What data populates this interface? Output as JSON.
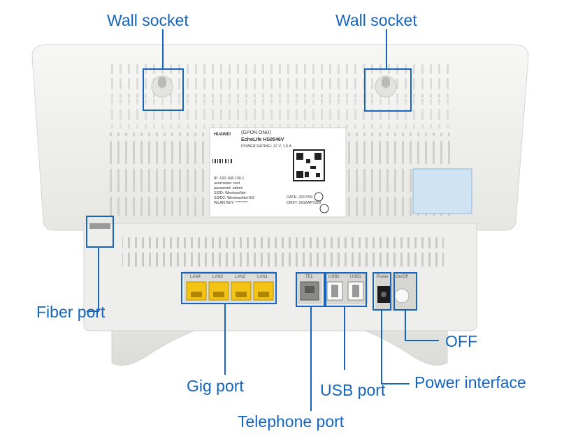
{
  "callouts": {
    "wall_socket_left": "Wall socket",
    "wall_socket_right": "Wall socket",
    "fiber_port": "Fiber port",
    "gig_port": "Gig port",
    "usb_port": "USB port",
    "telephone_port": "Telephone port",
    "power_interface": "Power interface",
    "off": "OFF"
  },
  "device": {
    "brand": "HUAWEI",
    "product_line1": "EchoLife HS8546V",
    "product_title": "(GPON ONU)",
    "power_rating": "POWER RATING: 12 V, 1.5 A",
    "ip": "IP: 192.168.100.1",
    "username": "username: root",
    "password": "password: admin",
    "ssid1": "SSID: WirelessNet",
    "ssid2": "SSID2: WirelessNet-5G",
    "wlan_key": "WLAN KEY: ********",
    "date": "DATE: 2017/09",
    "cmiit": "CMIIT: 2016AP7329"
  },
  "ports": {
    "lan": [
      "LAN4",
      "LAN3",
      "LAN2",
      "LAN1"
    ],
    "tel": "TEL",
    "usb": [
      "USB2",
      "USB1"
    ],
    "power": "Power",
    "onoff": "On/Off"
  },
  "colors": {
    "callout": "#1565c0",
    "body": "#f2f2f0",
    "lan_yellow": "#f3c316"
  }
}
